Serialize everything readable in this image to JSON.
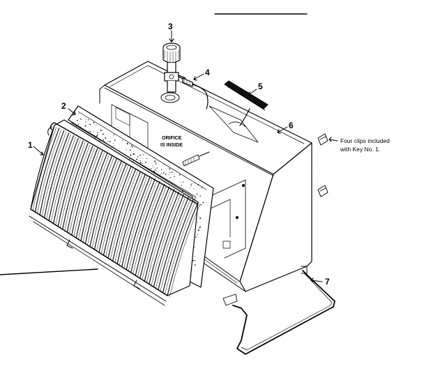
{
  "callouts": [
    "1",
    "2",
    "3",
    "4",
    "5",
    "6",
    "7"
  ],
  "clip_note": {
    "line1": "Four clips included",
    "line2": "with Key No. 1."
  },
  "orifice_label": {
    "line1": "ORIFICE",
    "line2": "IS INSIDE"
  }
}
